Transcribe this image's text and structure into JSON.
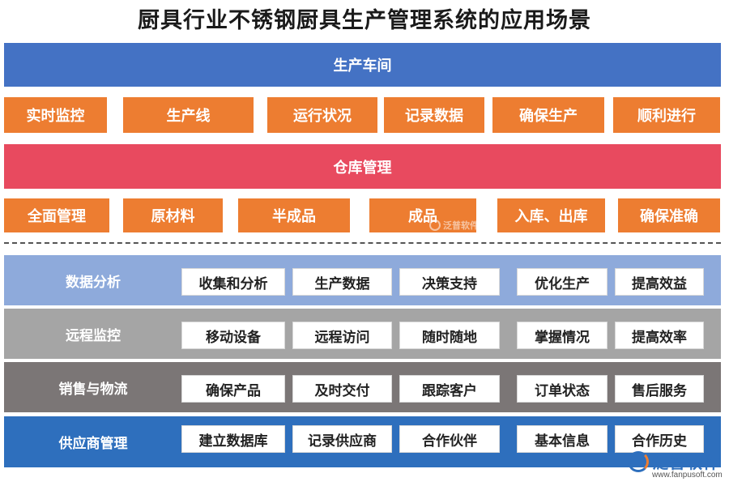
{
  "title": "厨具行业不锈钢厨具生产管理系统的应用场景",
  "workshop": {
    "header": "生产车间",
    "items": [
      "实时监控",
      "生产线",
      "运行状况",
      "记录数据",
      "确保生产",
      "顺利进行"
    ]
  },
  "warehouse": {
    "header": "仓库管理",
    "items": [
      "全面管理",
      "原材料",
      "半成品",
      "成品",
      "入库、出库",
      "确保准确"
    ]
  },
  "panels": [
    {
      "label": "数据分析",
      "items": [
        "收集和分析",
        "生产数据",
        "决策支持",
        "优化生产",
        "提高效益"
      ]
    },
    {
      "label": "远程监控",
      "items": [
        "移动设备",
        "远程访问",
        "随时随地",
        "掌握情况",
        "提高效率"
      ]
    },
    {
      "label": "销售与物流",
      "items": [
        "确保产品",
        "及时交付",
        "跟踪客户",
        "订单状态",
        "售后服务"
      ]
    },
    {
      "label": "供应商管理",
      "items": [
        "建立数据库",
        "记录供应商",
        "合作伙伴",
        "基本信息",
        "合作历史"
      ]
    }
  ],
  "watermark": {
    "brand": "泛普软件",
    "url": "www.fanpusoft.com"
  },
  "colors": {
    "blue_bar": "#4472c4",
    "red_bar": "#e84a5f",
    "orange_box": "#ed7d31",
    "panel_data": "#8eaadb",
    "panel_remote": "#a5a5a5",
    "panel_sales": "#7b7676",
    "panel_supplier": "#2e6fbd"
  }
}
